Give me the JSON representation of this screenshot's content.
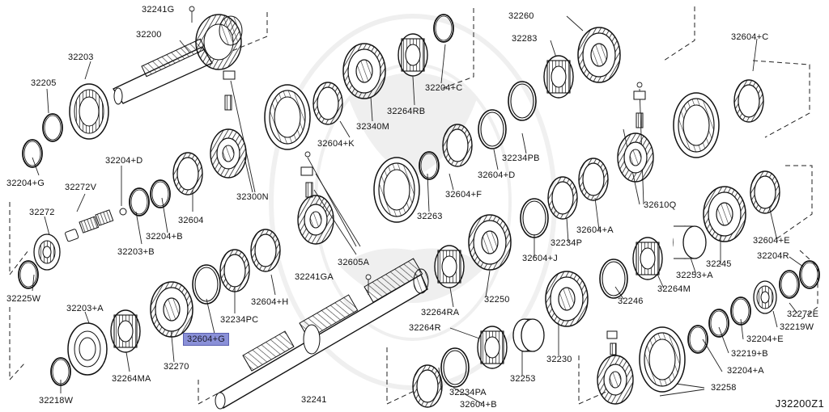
{
  "diagram": {
    "code": "J32200Z1",
    "highlighted": "32604+G"
  },
  "labels": {
    "p32241G": "32241G",
    "p32200": "32200",
    "p32203": "32203",
    "p32205": "32205",
    "p32204G": "32204+G",
    "p32204D": "32204+D",
    "p32272V": "32272V",
    "p32272": "32272",
    "p32203B": "32203+B",
    "p32204B": "32204+B",
    "p32604": "32604",
    "p32300N": "32300N",
    "p32225W": "32225W",
    "p32203A": "32203+A",
    "p32218W": "32218W",
    "p32264MA": "32264MA",
    "p32270": "32270",
    "p32604G": "32604+G",
    "p32234PC": "32234PC",
    "p32604H": "32604+H",
    "p32241GA": "32241GA",
    "p32241": "32241",
    "p32605A": "32605A",
    "p32604K": "32604+K",
    "p32340M": "32340M",
    "p32264RB": "32264RB",
    "p32204C_top": "32204+C",
    "p32260": "32260",
    "p32283": "32283",
    "p32234PB": "32234PB",
    "p32604D": "32604+D",
    "p32604F": "32604+F",
    "p32263": "32263",
    "p32264RA": "32264RA",
    "p32250": "32250",
    "p32264R": "32264R",
    "p32234PA": "32234PA",
    "p32604B": "32604+B",
    "p32253": "32253",
    "p32230": "32230",
    "p32246": "32246",
    "p32604J": "32604+J",
    "p32234P": "32234P",
    "p32604A": "32604+A",
    "p32610Q": "32610Q",
    "p32604C": "32604+C",
    "p32604E": "32604+E",
    "p32245": "32245",
    "p32253A": "32253+A",
    "p32264M": "32264M",
    "p32204R": "32204R",
    "p32272E": "32272E",
    "p32219W": "32219W",
    "p32204E": "32204+E",
    "p32219B": "32219+B",
    "p32204A": "32204+A",
    "p32258": "32258"
  }
}
